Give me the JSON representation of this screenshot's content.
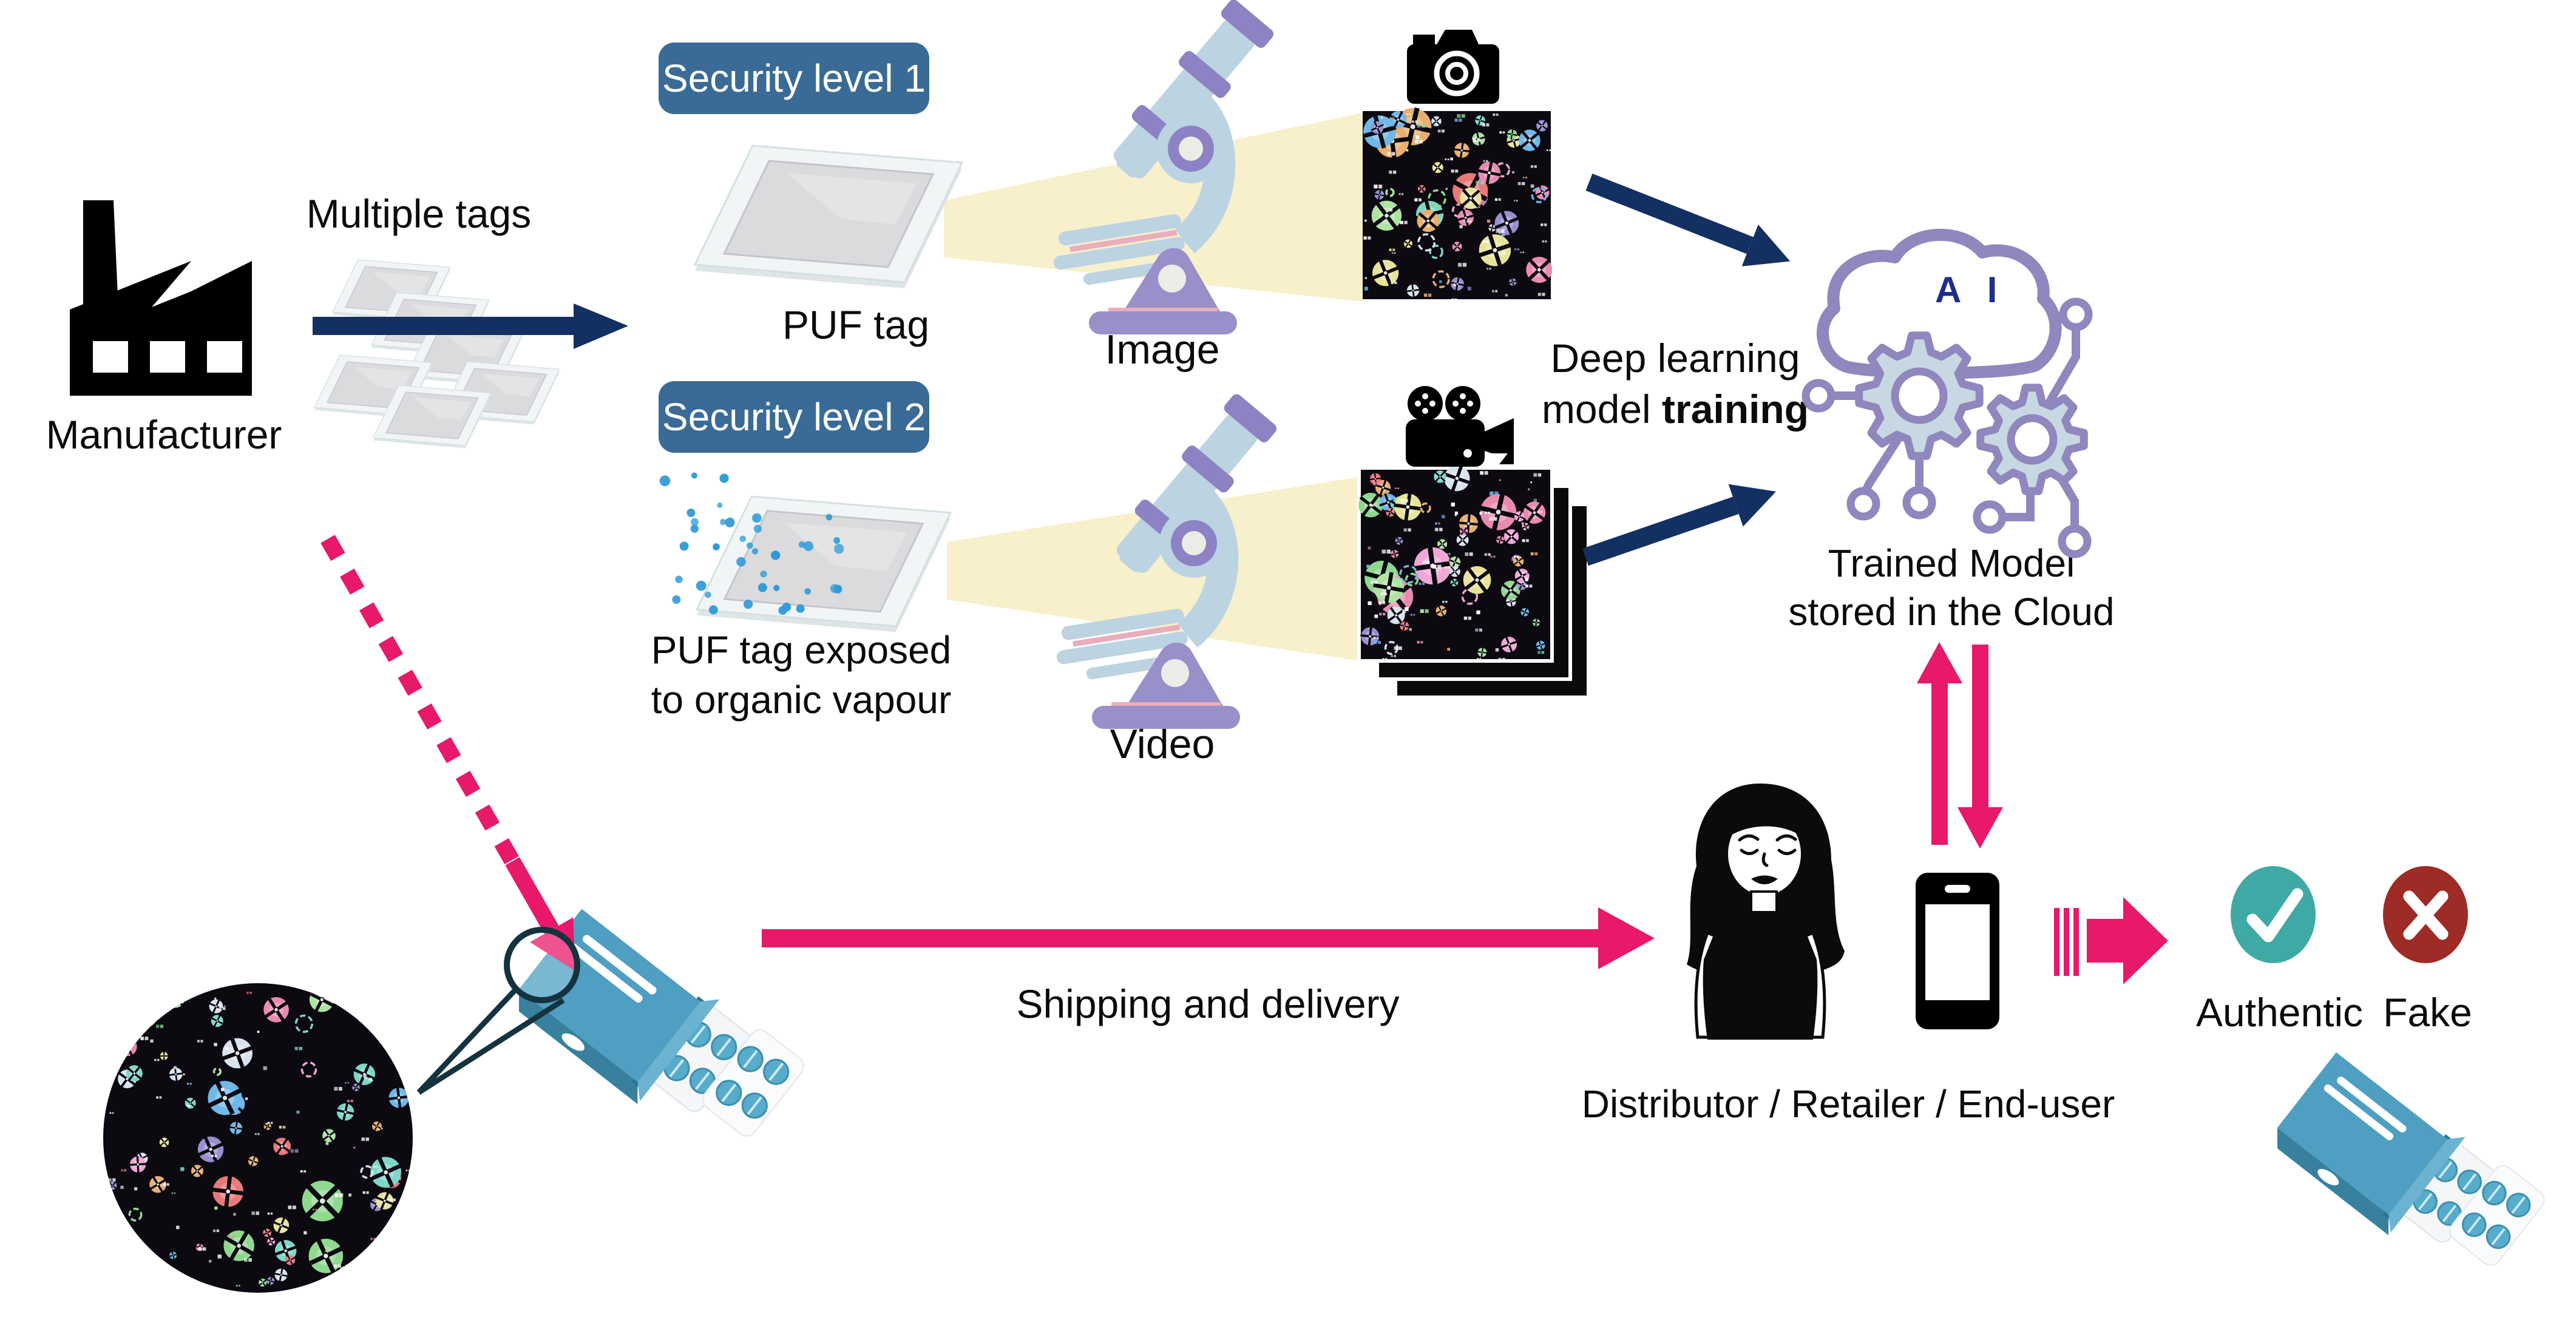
{
  "palette": {
    "pink": "#E8186A",
    "navy": "#133062",
    "steel": "#3A6B96",
    "icon_purple": "#8F87BD",
    "gear_fill": "#C7D8E2",
    "scope_body": "#BCD3E2",
    "scope_purple": "#9A8FC9",
    "scope_band": "#8D82C4",
    "stage_pink": "#E9ADBD",
    "beam": "#F7EFC8",
    "teal": "#3FA9A5",
    "dark_red": "#9E2B25",
    "box_blue": "#4E9FC1",
    "box_blue_dark": "#37819F",
    "box_flap": "#6BB3D0",
    "pill_blue": "#57ACCB",
    "vapour_blue": "#2E9BD6",
    "ink": "#14333F",
    "micro_bg": "#0C0911",
    "ai_text_navy": "#1F2E8C"
  },
  "manufacturer": {
    "label": "Manufacturer"
  },
  "tags": {
    "label": "Multiple tags"
  },
  "security1": {
    "badge": "Security level 1",
    "tag_label": "PUF tag"
  },
  "security2": {
    "badge": "Security level 2",
    "tag_line1": "PUF tag exposed",
    "tag_line2": "to organic vapour"
  },
  "microscopy": {
    "image_label": "Image",
    "video_label": "Video"
  },
  "training": {
    "line1": "Deep learning",
    "line2_regular": "model ",
    "line2_bold": "training"
  },
  "cloud": {
    "ai": "A I",
    "line1": "Trained Model",
    "line2": "stored in the Cloud"
  },
  "shipping": {
    "label": "Shipping and delivery"
  },
  "distributor": {
    "label": "Distributor / Retailer / End-user"
  },
  "verdict": {
    "authentic": "Authentic",
    "fake": "Fake"
  }
}
